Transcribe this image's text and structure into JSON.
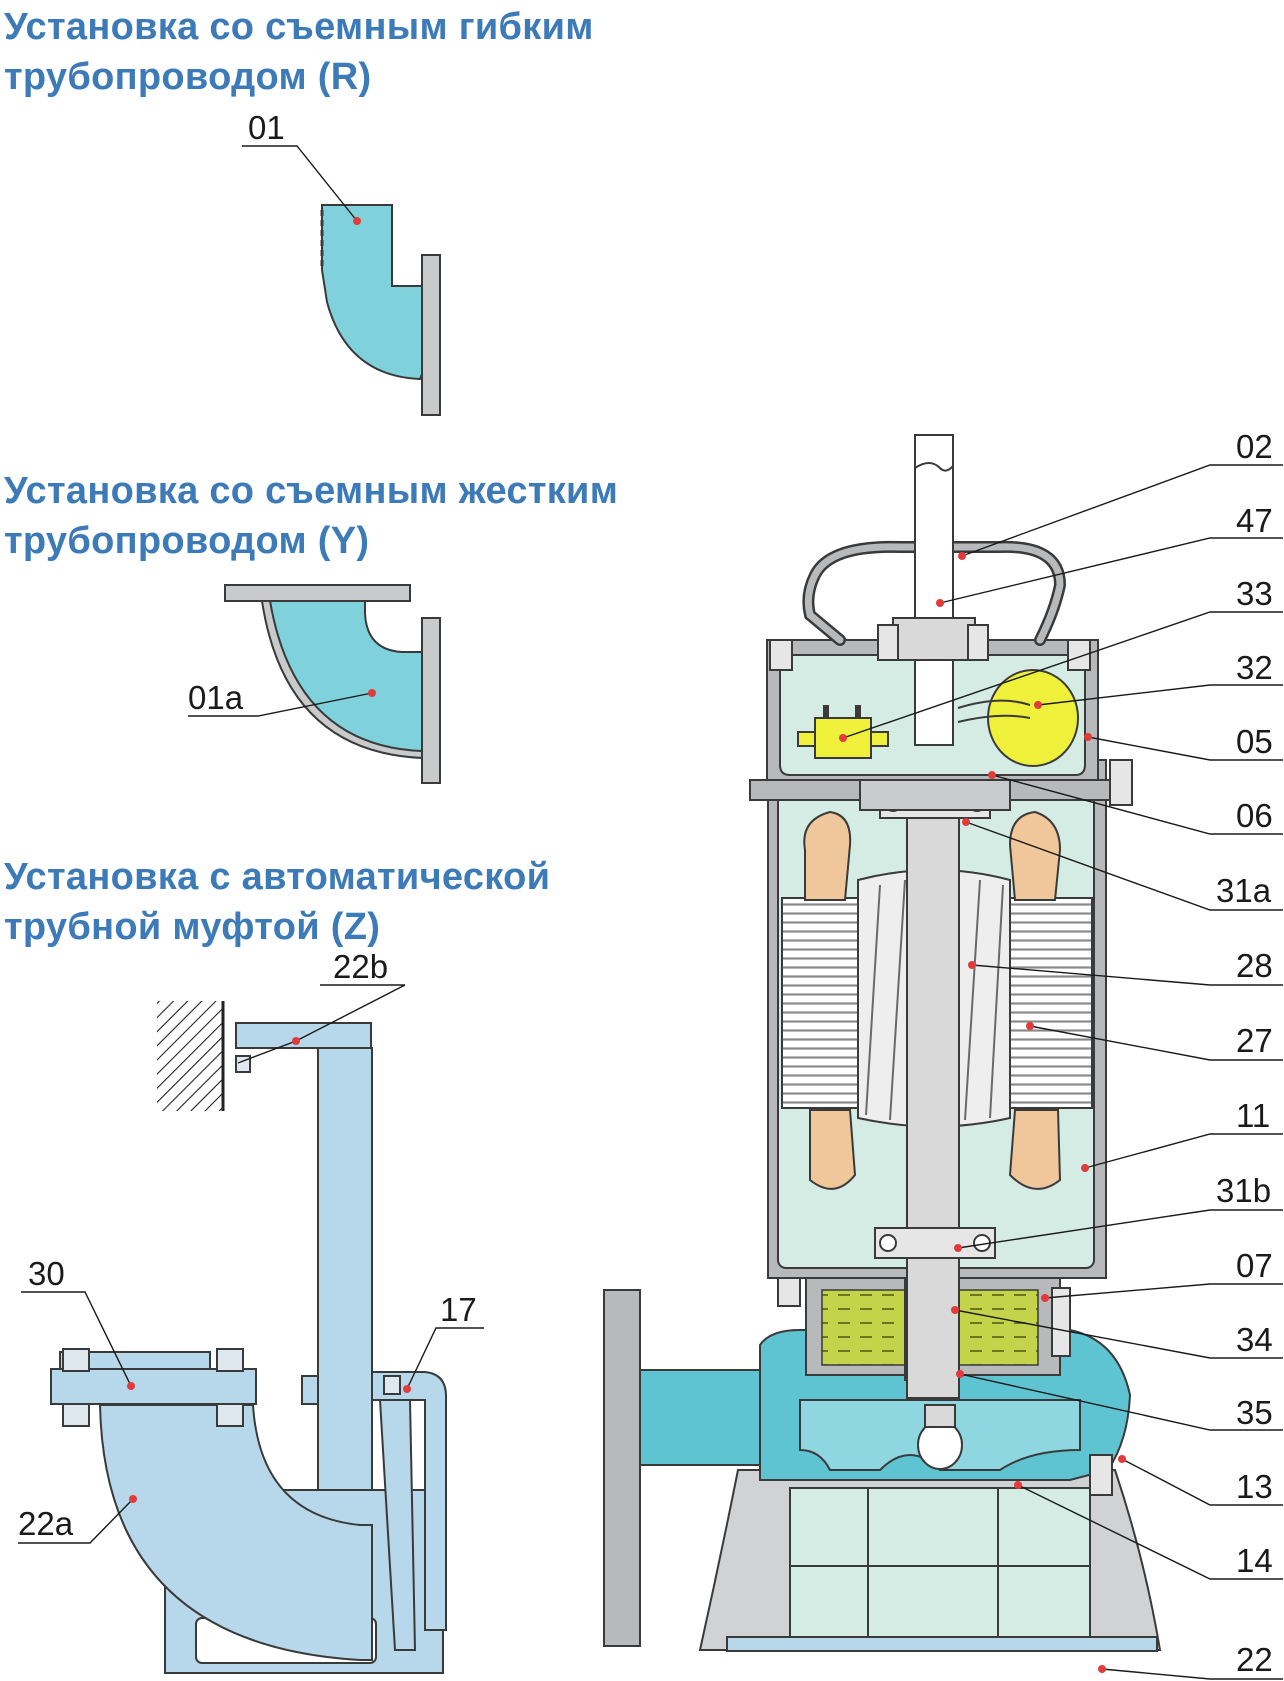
{
  "headings": {
    "r": [
      "Установка со съемным гибким",
      "трубопроводом (R)"
    ],
    "y": [
      "Установка со съемным жестким",
      "трубопроводом (Y)"
    ],
    "z": [
      "Установка с автоматической",
      "трубной муфтой (Z)"
    ]
  },
  "labels": {
    "l01": "01",
    "l01a": "01a",
    "l22b": "22b",
    "l30": "30",
    "l17": "17",
    "l22a": "22a",
    "l02": "02",
    "l47": "47",
    "l33": "33",
    "l32": "32",
    "l05": "05",
    "l06": "06",
    "l31a": "31a",
    "l28": "28",
    "l27": "27",
    "l11": "11",
    "l31b": "31b",
    "l07": "07",
    "l34": "34",
    "l35": "35",
    "l13": "13",
    "l14": "14",
    "l22": "22"
  },
  "colors": {
    "heading": "#3d7ab8",
    "pipe_cyan": "#7fd2dc",
    "coupling_blue": "#b6d8ea",
    "motor_mint": "#d4ece4",
    "housing_gray": "#b7b9bb",
    "volute_teal": "#5ec4d2",
    "oil_green": "#c4d44a",
    "winding_peach": "#f0c79a",
    "float_yellow": "#eef03a",
    "marker_red": "#e23b3b"
  }
}
